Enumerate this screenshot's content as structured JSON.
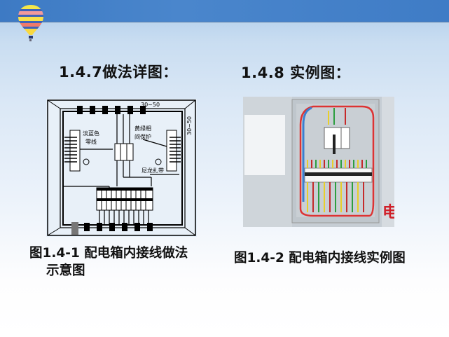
{
  "slide": {
    "header": {
      "decoration": "hot-air-balloon-icon",
      "bar_color": "#4080c8"
    },
    "left": {
      "heading": "1.4.7做法详图：",
      "diagram": {
        "labels": {
          "dim_top": "30~50",
          "dim_right": "30~50",
          "neutral": [
            "淡蓝色",
            "零线"
          ],
          "ground": [
            "黄绿相",
            "间保护"
          ],
          "tie": "尼龙扎带"
        }
      },
      "caption_line1": "图1.4-1 配电箱内接线做法",
      "caption_line2": "示意图"
    },
    "right": {
      "heading": "1.4.8 实例图：",
      "photo": {
        "side_char": "电"
      },
      "caption": "图1.4-2 配电箱内接线实例图"
    }
  }
}
